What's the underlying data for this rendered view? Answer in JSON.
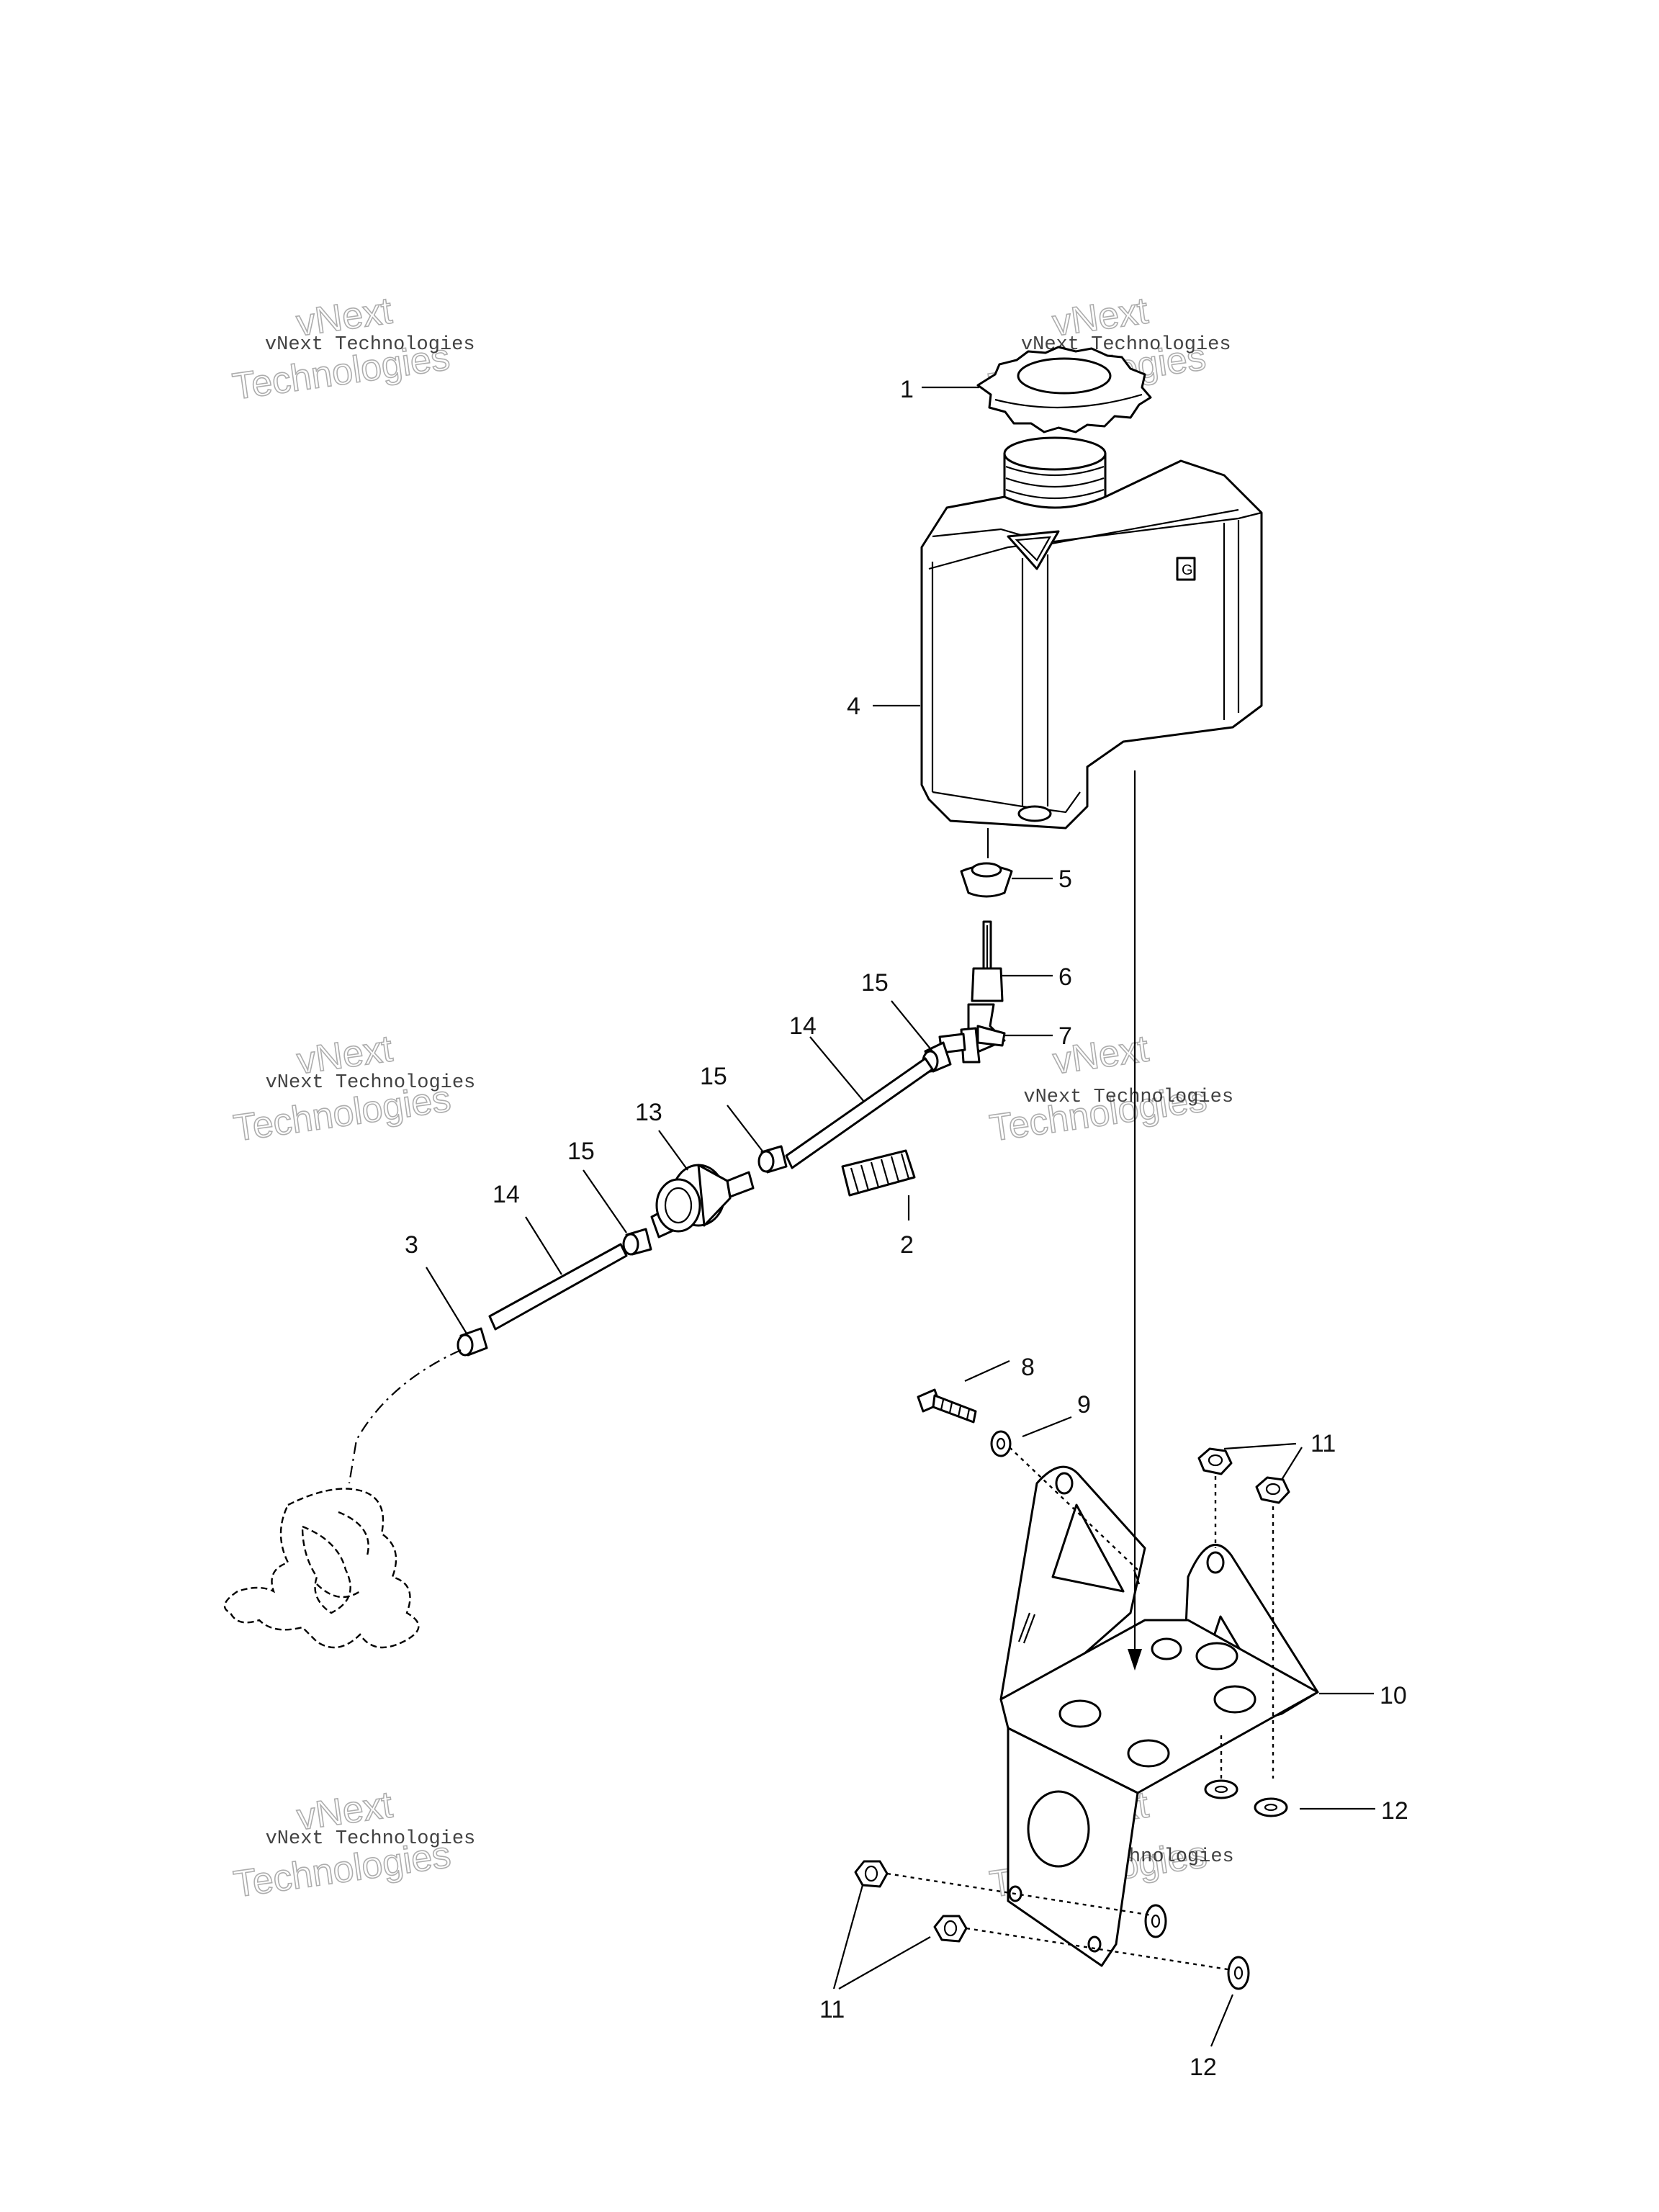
{
  "watermark": {
    "brand_short": "vNext",
    "brand_line": "vNext Technologies",
    "brand_word": "Technologies"
  },
  "callouts": {
    "c1": "1",
    "c2": "2",
    "c3": "3",
    "c4": "4",
    "c5": "5",
    "c6": "6",
    "c7": "7",
    "c8": "8",
    "c9": "9",
    "c10": "10",
    "c11_top": "11",
    "c11_bottom": "11",
    "c12_right": "12",
    "c12_bottom": "12",
    "c13": "13",
    "c14_upper": "14",
    "c14_lower": "14",
    "c15_top": "15",
    "c15_middle": "15",
    "c15_lower": "15"
  },
  "tank_label": "G"
}
